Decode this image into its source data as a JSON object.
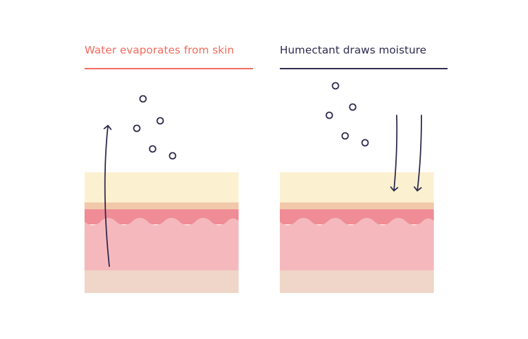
{
  "left_panel": {
    "title": "Water evaporates from skin",
    "title_color": "#f26a5c"
  },
  "right_panel": {
    "title": "Humectant draws moisture",
    "title_color": "#2d2a4f"
  },
  "colors": {
    "stratum_corneum": "#fbf1d1",
    "thin_band": "#f2c8aa",
    "epidermis_wave": "#ef8c96",
    "dermis": "#f5b9bd",
    "hypodermis": "#efd6c8",
    "ink": "#2d2a4f"
  },
  "icons": {
    "water_molecule": "circle-outline",
    "arrow": "arrow-line-icon"
  }
}
